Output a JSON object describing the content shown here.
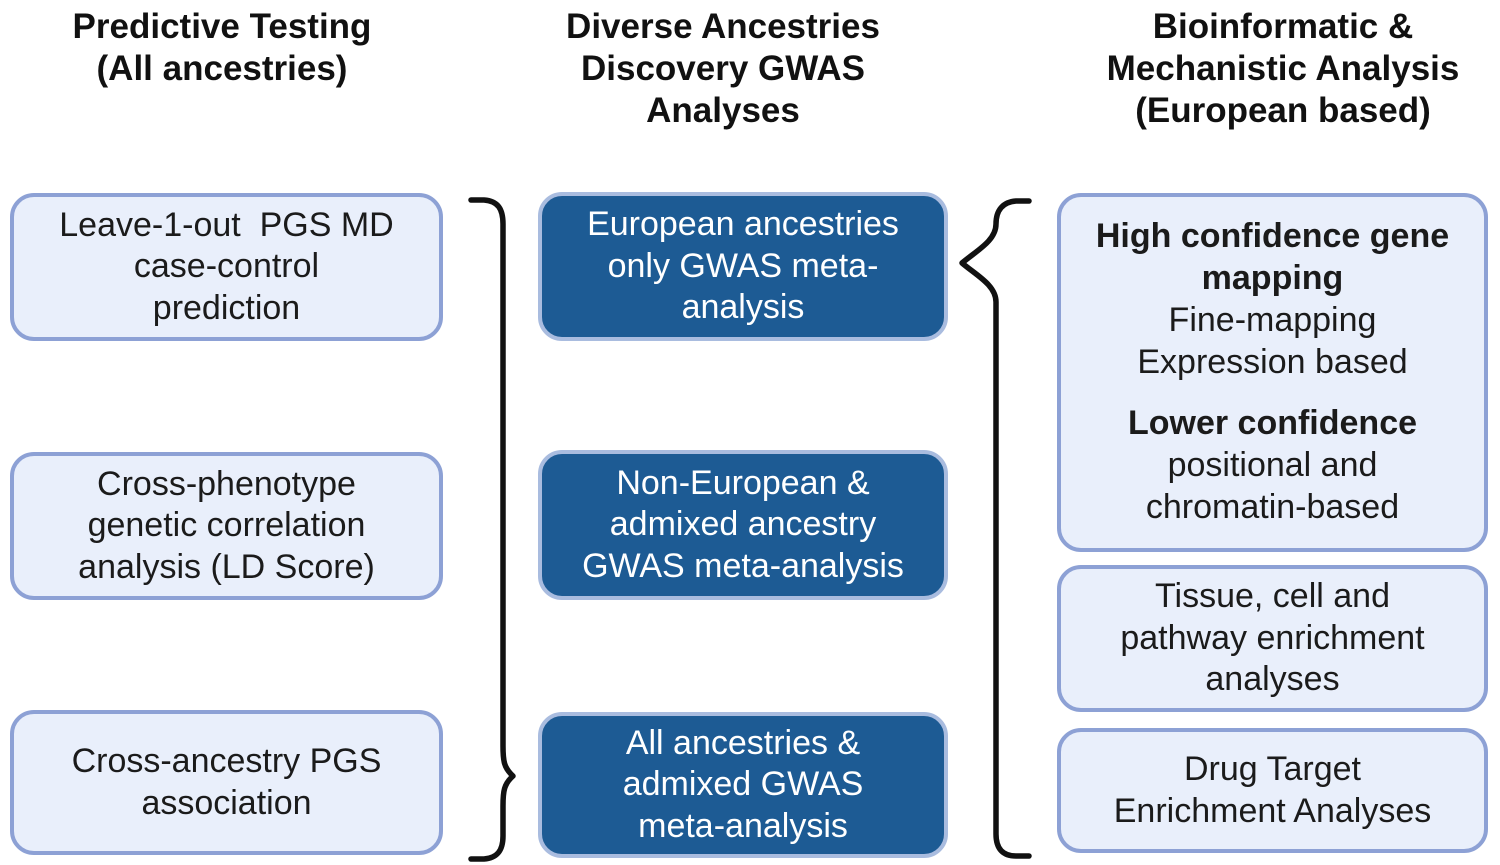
{
  "figure": {
    "columns": [
      {
        "header": "Predictive Testing\n(All ancestries)",
        "boxes": [
          {
            "text": "Leave-1-out  PGS MD\ncase-control\nprediction"
          },
          {
            "text": "Cross-phenotype\ngenetic correlation\nanalysis (LD Score)"
          },
          {
            "text": "Cross-ancestry PGS\nassociation"
          }
        ]
      },
      {
        "header": "Diverse Ancestries\nDiscovery GWAS\nAnalyses",
        "boxes": [
          {
            "text": "European ancestries\nonly GWAS meta-\nanalysis"
          },
          {
            "text": "Non-European &\nadmixed ancestry\nGWAS meta-analysis"
          },
          {
            "text": "All ancestries &\nadmixed GWAS\nmeta-analysis"
          }
        ]
      },
      {
        "header": "Bioinformatic &\nMechanistic Analysis\n(European based)",
        "boxes": [
          {
            "heading1": "High confidence gene\nmapping",
            "body1": "Fine-mapping\nExpression based",
            "heading2": "Lower confidence",
            "body2": "positional and\nchromatin-based"
          },
          {
            "text": "Tissue, cell and\npathway enrichment\nanalyses"
          },
          {
            "text": "Drug Target\nEnrichment Analyses"
          }
        ]
      }
    ],
    "colors": {
      "dark_box_fill": "#1d5b94",
      "dark_box_border": "#a9bcdf",
      "dark_box_text": "#ffffff",
      "light_box_fill": "#e9effb",
      "light_box_border": "#8da1d5",
      "heading_text": "#111111",
      "brace_stroke": "#111111",
      "background": "#ffffff"
    }
  }
}
